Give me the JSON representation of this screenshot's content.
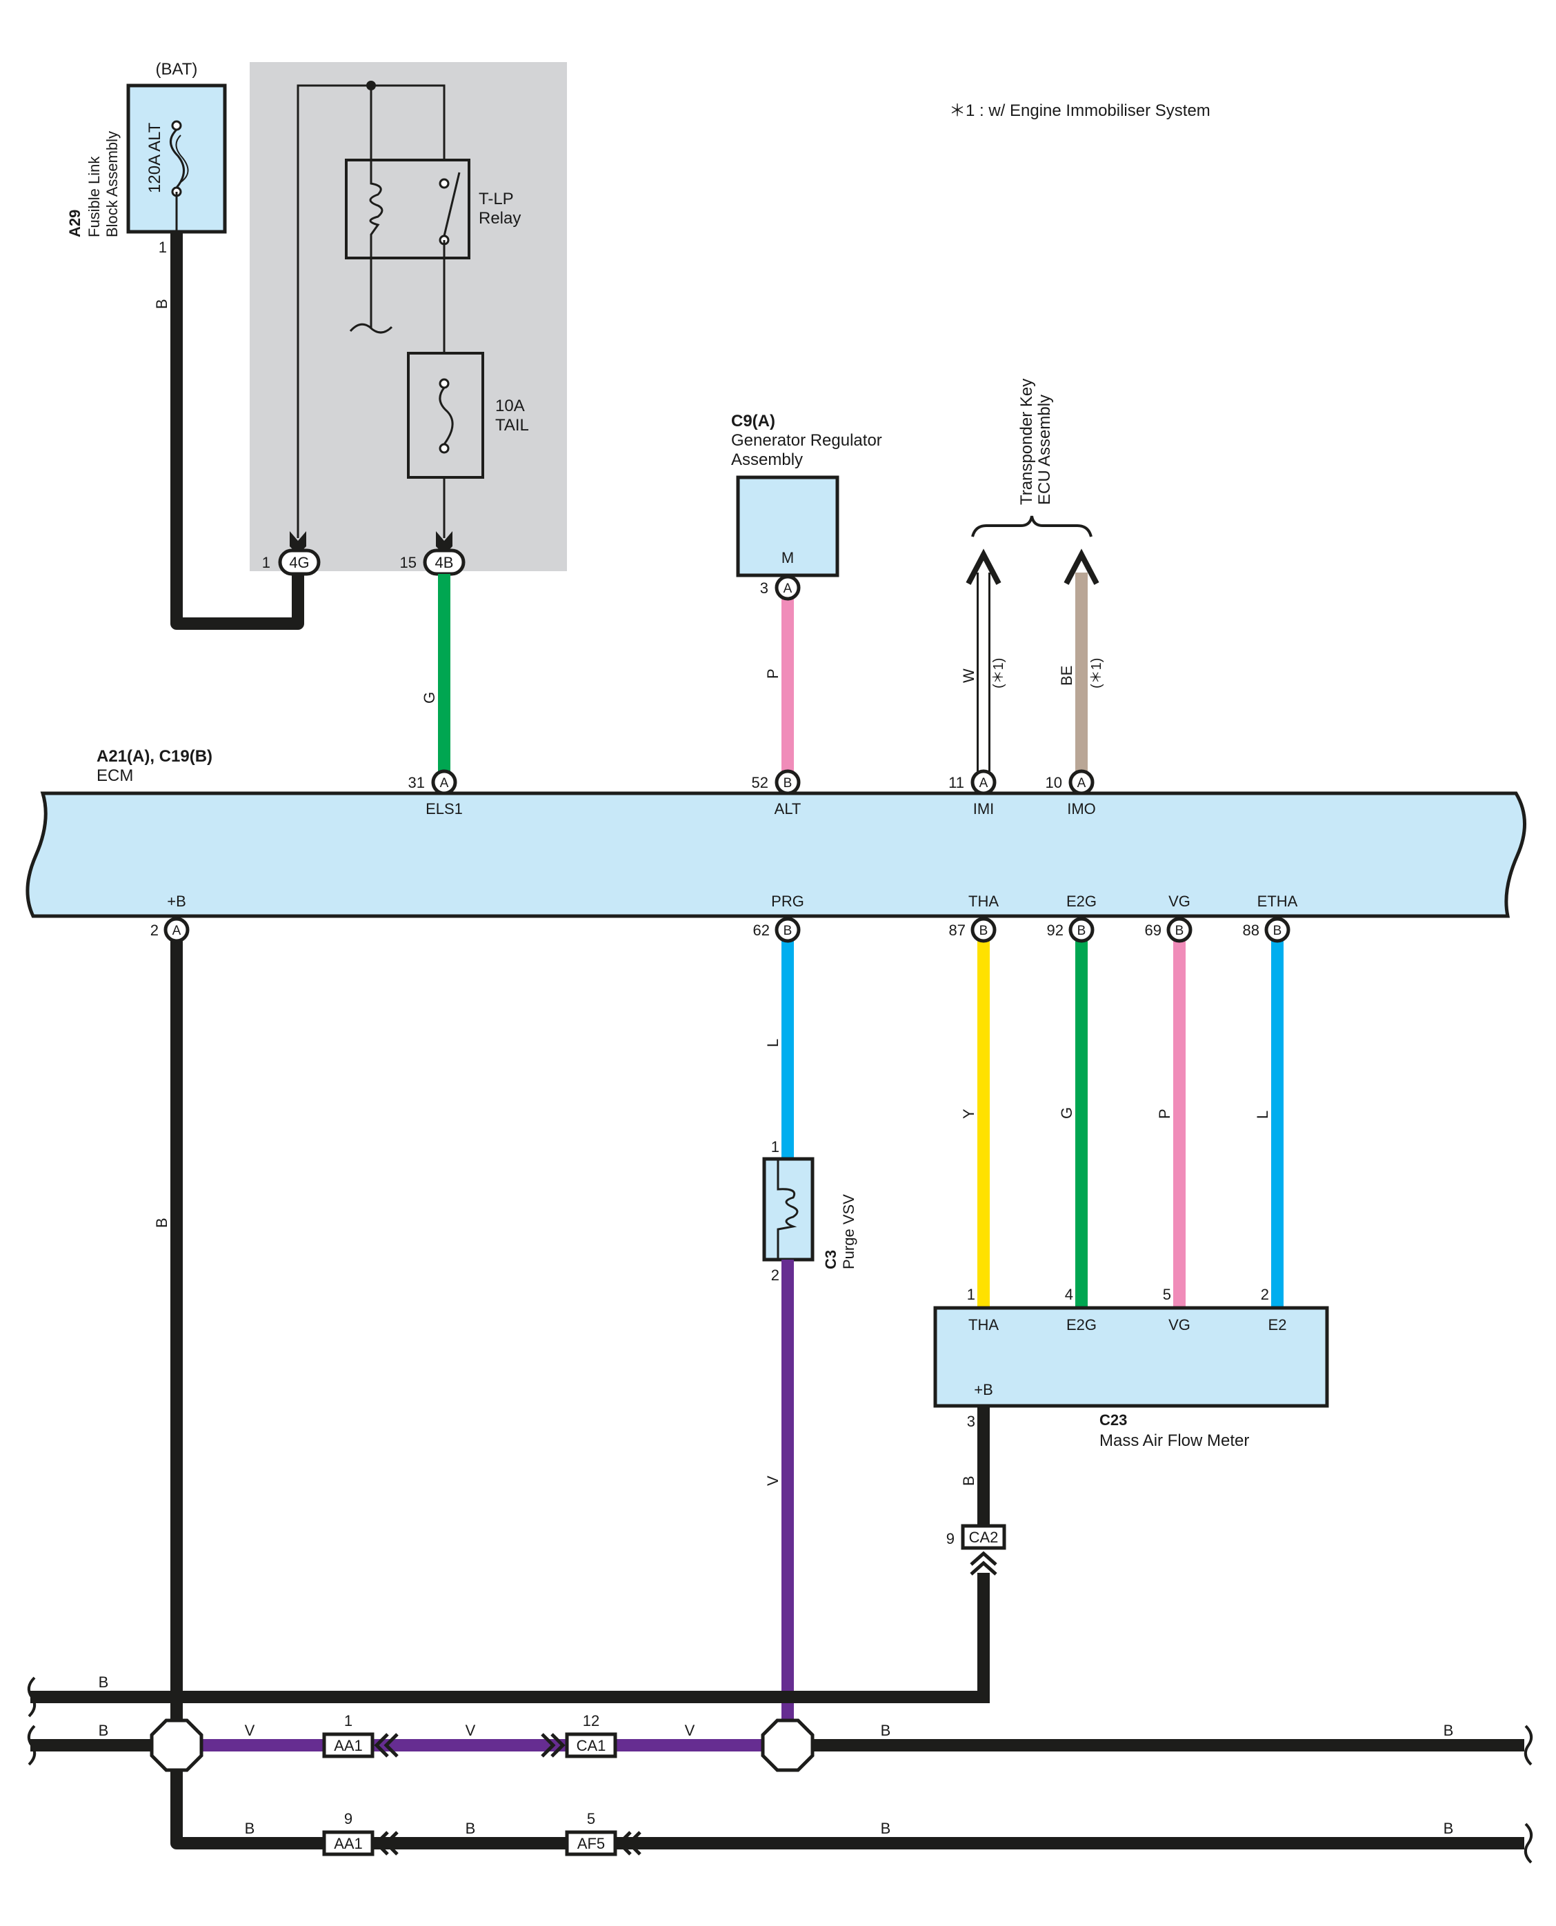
{
  "colors": {
    "black": "#1d1d1b",
    "green": "#00a651",
    "pink": "#f08cb9",
    "blue": "#00aeef",
    "yellow": "#ffe100",
    "violet": "#662d91",
    "beige": "#b9a696",
    "component_fill": "#c8e8f8",
    "shaded_box": "#d3d4d6"
  },
  "note": "＊1 : w/ Engine Immobiliser System",
  "fusible_link": {
    "top_label": "(BAT)",
    "fuse": "120A ALT",
    "code": "A29",
    "name_line1": "Fusible Link",
    "name_line2": "Block Assembly",
    "pin": "1",
    "wire": "B"
  },
  "relay_box": {
    "relay_line1": "T-LP",
    "relay_line2": "Relay",
    "fuse_line1": "10A",
    "fuse_line2": "TAIL",
    "conn_left": {
      "pin": "1",
      "id": "4G"
    },
    "conn_right": {
      "pin": "15",
      "id": "4B"
    }
  },
  "generator": {
    "code": "C9(A)",
    "name_line1": "Generator Regulator",
    "name_line2": "Assembly",
    "terminal": "M",
    "pin": "3",
    "conn": "A",
    "wire": "P"
  },
  "transponder": {
    "name_line1": "Transponder Key",
    "name_line2": "ECU Assembly",
    "wire1": "W",
    "wire1_note": "(＊1)",
    "wire2": "BE",
    "wire2_note": "(＊1)"
  },
  "ecm": {
    "code": "A21(A), C19(B)",
    "name": "ECM",
    "top_pins": [
      {
        "num": "31",
        "conn": "A",
        "label": "ELS1",
        "wire": "G"
      },
      {
        "num": "52",
        "conn": "B",
        "label": "ALT",
        "wire": "P"
      },
      {
        "num": "11",
        "conn": "A",
        "label": "IMI",
        "wire": "W"
      },
      {
        "num": "10",
        "conn": "A",
        "label": "IMO",
        "wire": "BE"
      }
    ],
    "bottom_pins": [
      {
        "num": "2",
        "conn": "A",
        "label": "+B",
        "wire": "B"
      },
      {
        "num": "62",
        "conn": "B",
        "label": "PRG",
        "wire": "L"
      },
      {
        "num": "87",
        "conn": "B",
        "label": "THA",
        "wire": "Y"
      },
      {
        "num": "92",
        "conn": "B",
        "label": "E2G",
        "wire": "G"
      },
      {
        "num": "69",
        "conn": "B",
        "label": "VG",
        "wire": "P"
      },
      {
        "num": "88",
        "conn": "B",
        "label": "ETHA",
        "wire": "L"
      }
    ]
  },
  "purge_vsv": {
    "code": "C3",
    "name": "Purge VSV",
    "pin_top": "1",
    "pin_bottom": "2",
    "wire_out": "V"
  },
  "maf": {
    "code": "C23",
    "name": "Mass Air Flow Meter",
    "pins": [
      {
        "num": "1",
        "label": "THA"
      },
      {
        "num": "4",
        "label": "E2G"
      },
      {
        "num": "5",
        "label": "VG"
      },
      {
        "num": "2",
        "label": "E2"
      }
    ],
    "power_label": "+B",
    "power_pin": "3",
    "power_wire": "B",
    "conn_pin": "9",
    "conn_id": "CA2"
  },
  "bus": {
    "row1": {
      "left": "B"
    },
    "row2": {
      "left": "B",
      "v1": "V",
      "aa1_pin": "1",
      "aa1": "AA1",
      "v2": "V",
      "ca1_pin": "12",
      "ca1": "CA1",
      "v3": "V",
      "b1": "B",
      "b2": "B"
    },
    "row3": {
      "b0": "B",
      "aa1_pin": "9",
      "aa1": "AA1",
      "b1": "B",
      "af5_pin": "5",
      "af5": "AF5",
      "b2": "B",
      "b3": "B"
    },
    "ecm_b_wire": "B"
  }
}
